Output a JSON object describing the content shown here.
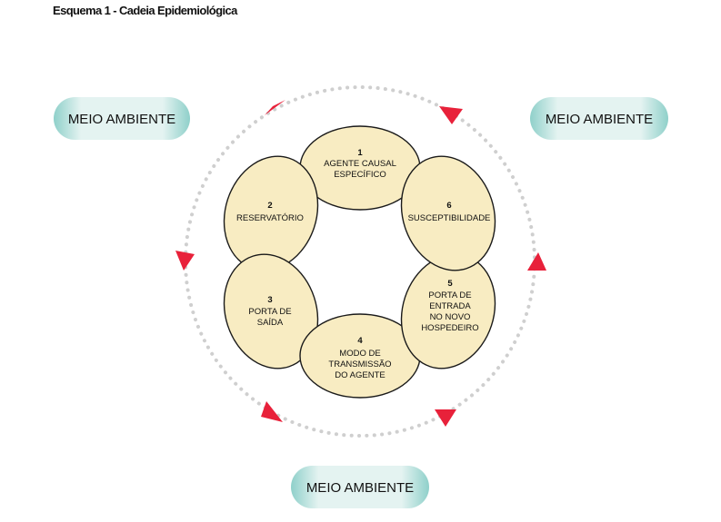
{
  "title": "Esquema 1 - Cadeia Epidemiológica",
  "environment_label": "MEIO AMBIENTE",
  "pills": [
    {
      "label": "MEIO AMBIENTE"
    },
    {
      "label": "MEIO AMBIENTE"
    },
    {
      "label": "MEIO AMBIENTE"
    }
  ],
  "nodes": [
    {
      "number": "1",
      "lines": [
        "AGENTE CAUSAL",
        "ESPECÍFICO"
      ]
    },
    {
      "number": "2",
      "lines": [
        "RESERVATÓRIO"
      ]
    },
    {
      "number": "3",
      "lines": [
        "PORTA DE",
        "SAÍDA"
      ]
    },
    {
      "number": "4",
      "lines": [
        "MODO DE",
        "TRANSMISSÃO",
        "DO AGENTE"
      ]
    },
    {
      "number": "5",
      "lines": [
        "PORTA DE",
        "ENTRADA",
        "NO NOVO",
        "HOSPEDEIRO"
      ]
    },
    {
      "number": "6",
      "lines": [
        "SUSCEPTIBILIDADE"
      ]
    }
  ],
  "colors": {
    "pill_fill": "#e4f3f1",
    "pill_edge": "#8fd0ca",
    "node_fill": "#f8ecc2",
    "node_stroke": "#1a1a1a",
    "dots": "#cfcfcf",
    "arrow": "#e8213a"
  }
}
